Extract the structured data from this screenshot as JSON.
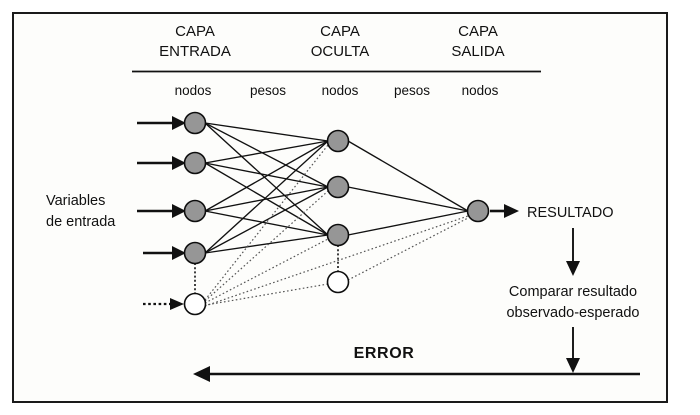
{
  "figure": {
    "title_alt": "Esquema de red neuronal artificial",
    "background": "#fdfdfb",
    "frame_color": "#1a1a1a",
    "node_fill_active": "#969696",
    "node_fill_bias": "#ffffff",
    "line_color": "#111111"
  },
  "headers": {
    "columns": [
      {
        "line1": "CAPA",
        "line2": "ENTRADA"
      },
      {
        "line1": "CAPA",
        "line2": "OCULTA"
      },
      {
        "line1": "CAPA",
        "line2": "SALIDA"
      }
    ],
    "subheaders": [
      "nodos",
      "pesos",
      "nodos",
      "pesos",
      "nodos"
    ]
  },
  "labels": {
    "input_label_line1": "Variables",
    "input_label_line2": "de entrada",
    "result": "RESULTADO",
    "compare_line1": "Comparar resultado",
    "compare_line2": "observado-esperado",
    "error": "ERROR"
  },
  "network": {
    "input_layer": {
      "name": "CAPA ENTRADA",
      "active_nodes": 4,
      "bias_nodes": 1,
      "node_type_active": "variable-node",
      "node_type_bias": "bias-node"
    },
    "hidden_layer": {
      "name": "CAPA OCULTA",
      "active_nodes": 3,
      "bias_nodes": 1
    },
    "output_layer": {
      "name": "CAPA SALIDA",
      "active_nodes": 1,
      "bias_nodes": 0
    },
    "connection_style_weights": "solid",
    "connection_style_bias": "dotted"
  },
  "icons": {
    "input_arrow": "arrow-right-icon",
    "bias_input_arrow": "dashed-arrow-right-icon",
    "result_arrow": "arrow-right-icon",
    "compare_arrow": "arrow-down-icon",
    "feedback_arrow": "arrow-down-icon",
    "error_arrow": "arrow-left-icon"
  }
}
